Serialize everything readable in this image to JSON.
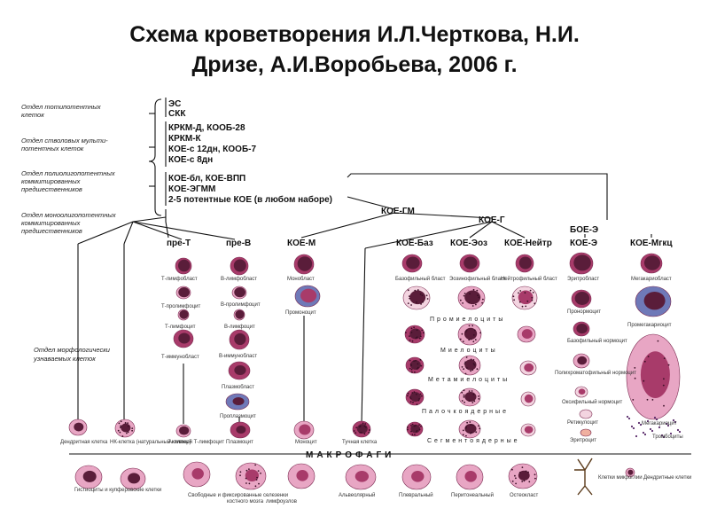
{
  "title": {
    "line1": "Схема кроветворения И.Л.Черткова,  Н.И.",
    "line2": "Дризе, А.И.Воробьева, 2006 г."
  },
  "levels": {
    "totipotent": [
      "Отдел тотипотентных",
      "клеток"
    ],
    "multipotent": [
      "Отдел стволовых мульти-",
      "потентных клеток"
    ],
    "polyoligo": [
      "Отдел полиолигопотентных",
      "коммитированных",
      "предшественников"
    ],
    "monooligo": [
      "Отдел моноолигопотентных",
      "коммитированных",
      "предшественников"
    ],
    "morph": [
      "Отдел морфологически",
      "узнаваемых клеток"
    ]
  },
  "stem_groups": {
    "g1": [
      "ЭС",
      "СКК"
    ],
    "g2": [
      "КРКМ-Д, КООБ-28",
      "КРКМ-К",
      "КОЕ-с 12дн, КООБ-7",
      "КОЕ-с 8дн"
    ],
    "g3": [
      "КОЕ-бл, КОЕ-ВПП",
      "КОЕ-ЭГММ",
      "2-5 потентные КОЕ (в любом наборе)"
    ]
  },
  "branches": {
    "koe_gm": "КОЕ-ГМ",
    "koe_g": "КОЕ-Г",
    "boe_e": "БОЕ-Э"
  },
  "lineages": [
    {
      "label": "пре-Т"
    },
    {
      "label": "пре-В"
    },
    {
      "label": "КОЕ-М"
    },
    {
      "label": "КОЕ-Баз"
    },
    {
      "label": "КОЕ-Эоз"
    },
    {
      "label": "КОЕ-Нейтр"
    },
    {
      "label": "КОЕ-Э"
    },
    {
      "label": "КОЕ-Мгкц"
    }
  ],
  "t_cells": [
    "Т-лимфобласт",
    "Т-пролимфоцит",
    "Т-лимфоцит",
    "Т-иммунобласт"
  ],
  "b_cells": [
    "В-лимфобласт",
    "В-пролимфоцит",
    "В-лимфоцит",
    "В-иммунобласт",
    "Плазмобласт",
    "Проплазмоцит"
  ],
  "m_cells": [
    "Монобласт",
    "Промоноцит"
  ],
  "gran_blasts": [
    "Базофильный бласт",
    "Эозинофильный бласт",
    "Нейтрофильный бласт"
  ],
  "gran_stages": [
    "Промиелоциты",
    "Миелоциты",
    "Метамиелоциты",
    "Палочкоядерные",
    "Сегментоядерные"
  ],
  "e_cells": [
    "Эритробласт",
    "Пронормоцит",
    "Базофильный нормоцит",
    "Полихроматофильный нормоцит",
    "Оксифильный нормоцит",
    "Ретикулоцит",
    "Эритроцит"
  ],
  "mk_cells": [
    "Мегакариобласт",
    "Промегакариоцит",
    "Мегакариоцит",
    "Тромбоциты"
  ],
  "bottom_cells": [
    "Дендритная клетка",
    "НК-клетка (натуральный киллер)",
    "Активный Т-лимфоцит",
    "Плазмоцит",
    "Моноцит",
    "Тучная клетка"
  ],
  "macrophages_label": "МАКРОФАГИ",
  "macrophages": [
    "Гистиоциты и купферовские клетки",
    "Свободные и фиксированные селезенки",
    "костного мозга",
    "лимфоузлов",
    "Альвеолярный",
    "Плевральный",
    "Перитонеальный",
    "Остеокласт",
    "Клетки микроглии",
    "Дендритные клетки"
  ],
  "colors": {
    "cell_dark": "#5a1d3a",
    "cell_mid": "#a83b6a",
    "cell_light": "#e8a6c4",
    "cell_pale": "#f3d4e0",
    "cell_blue": "#6f79b8",
    "line": "#111111"
  }
}
